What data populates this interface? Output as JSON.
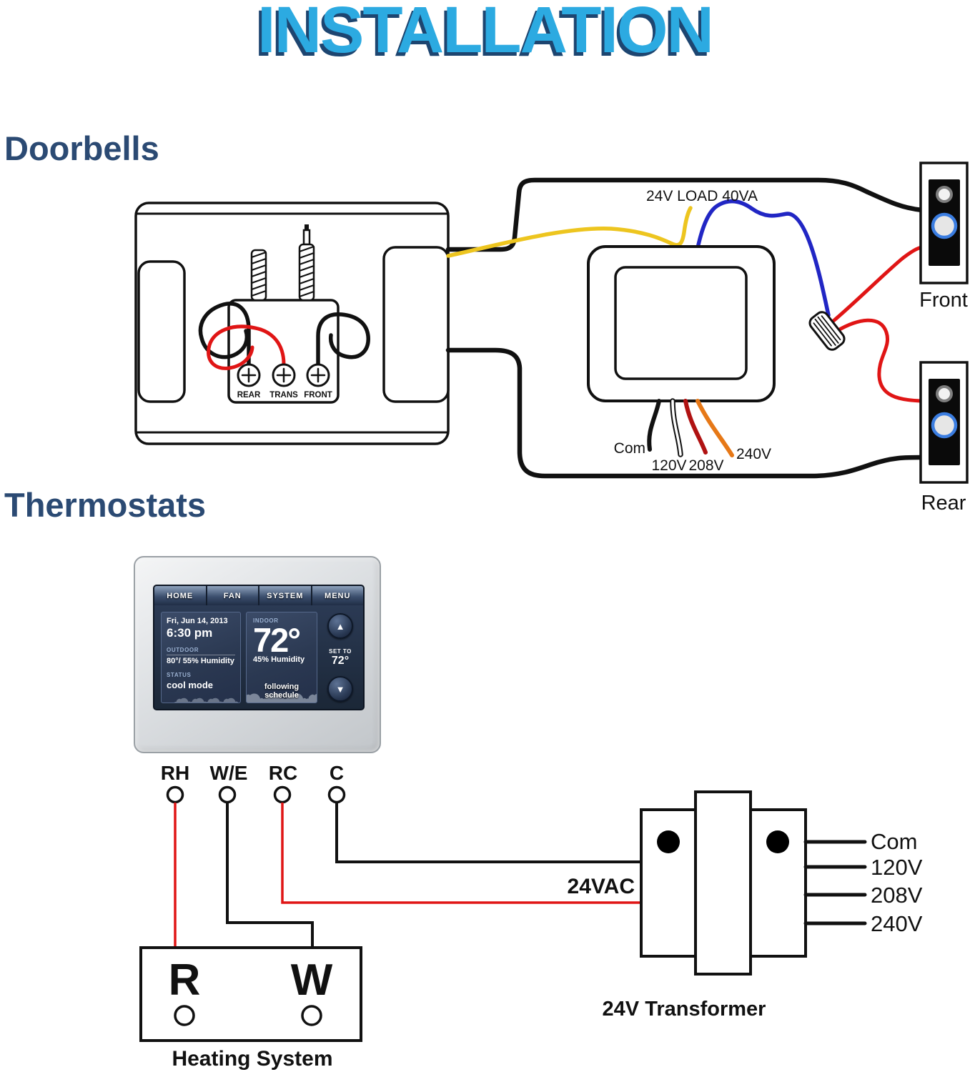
{
  "title": "INSTALLATION",
  "headings": {
    "doorbells": "Doorbells",
    "thermostats": "Thermostats"
  },
  "doorbell": {
    "chime_terminals": [
      "REAR",
      "TRANS",
      "FRONT"
    ],
    "transformer": {
      "load_label": "24V LOAD 40VA",
      "com": "Com",
      "v120": "120V",
      "v208": "208V",
      "v240": "240V"
    },
    "front_button_label": "Front",
    "rear_button_label": "Rear"
  },
  "thermostat": {
    "tabs": [
      "HOME",
      "FAN",
      "SYSTEM",
      "MENU"
    ],
    "date": "Fri, Jun 14, 2013",
    "time": "6:30 pm",
    "outdoor_label": "OUTDOOR",
    "outdoor_value": "80°/ 55% Humidity",
    "status_label": "STATUS",
    "status_value": "cool mode",
    "indoor_label": "INDOOR",
    "indoor_temp": "72°",
    "indoor_humidity": "45% Humidity",
    "schedule_status": "following schedule",
    "set_to_label": "SET TO",
    "set_to_value": "72°",
    "icons": {
      "up": "▲",
      "down": "▼",
      "clouds": "☁☁☁☁"
    }
  },
  "wiring": {
    "terminals": [
      "RH",
      "W/E",
      "RC",
      "C"
    ],
    "vac_label": "24VAC",
    "transformer_label": "24V Transformer",
    "outputs": [
      "Com",
      "120V",
      "208V",
      "240V"
    ],
    "heating_label": "Heating System",
    "heating_terminals": [
      "R",
      "W"
    ]
  },
  "colors": {
    "title_accent": "#2caae1",
    "title_shadow": "#1d4570",
    "heading_blue": "#2b4a73",
    "wire_red": "#e01515",
    "wire_yellow": "#edc51f",
    "wire_blue": "#2126c4",
    "wire_orange": "#e67817",
    "wire_dark_red": "#b01212",
    "button_ring_blue": "#3b7de0",
    "screen_navy": "#1c2738"
  }
}
